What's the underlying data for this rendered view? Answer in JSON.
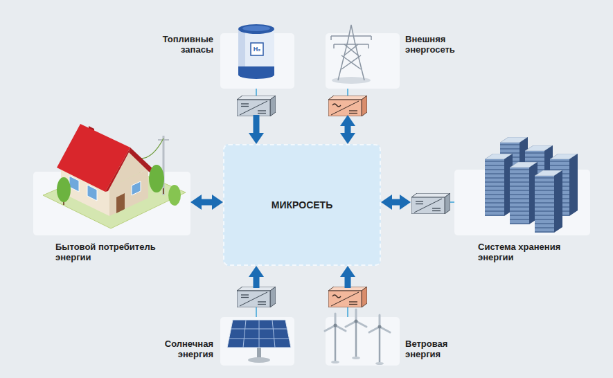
{
  "diagram": {
    "nodes": [
      {
        "text": [
          "Топливные запасы"
        ]
      },
      {
        "text": [
          "Внешняя энергосеть"
        ]
      },
      {
        "text": [
          "Бытовой потребитель энергии"
        ]
      },
      {
        "text": [
          "МИКРОСЕТЬ"
        ]
      },
      {
        "text": [
          "Система хранения энергии"
        ]
      },
      {
        "text": [
          "Солнечная энергия"
        ]
      },
      {
        "text": [
          "Ветровая энергия"
        ]
      }
    ],
    "edges": [
      {
        "from": 0,
        "to": 3,
        "arrow": "to"
      },
      {
        "from": 1,
        "to": 3,
        "arrow": "both"
      },
      {
        "from": 2,
        "to": 3,
        "arrow": "both"
      },
      {
        "from": 4,
        "to": 3,
        "arrow": "both"
      },
      {
        "from": 5,
        "to": 3,
        "arrow": "to"
      },
      {
        "from": 6,
        "to": 3,
        "arrow": "to"
      }
    ],
    "labels": [
      "H₂"
    ]
  }
}
